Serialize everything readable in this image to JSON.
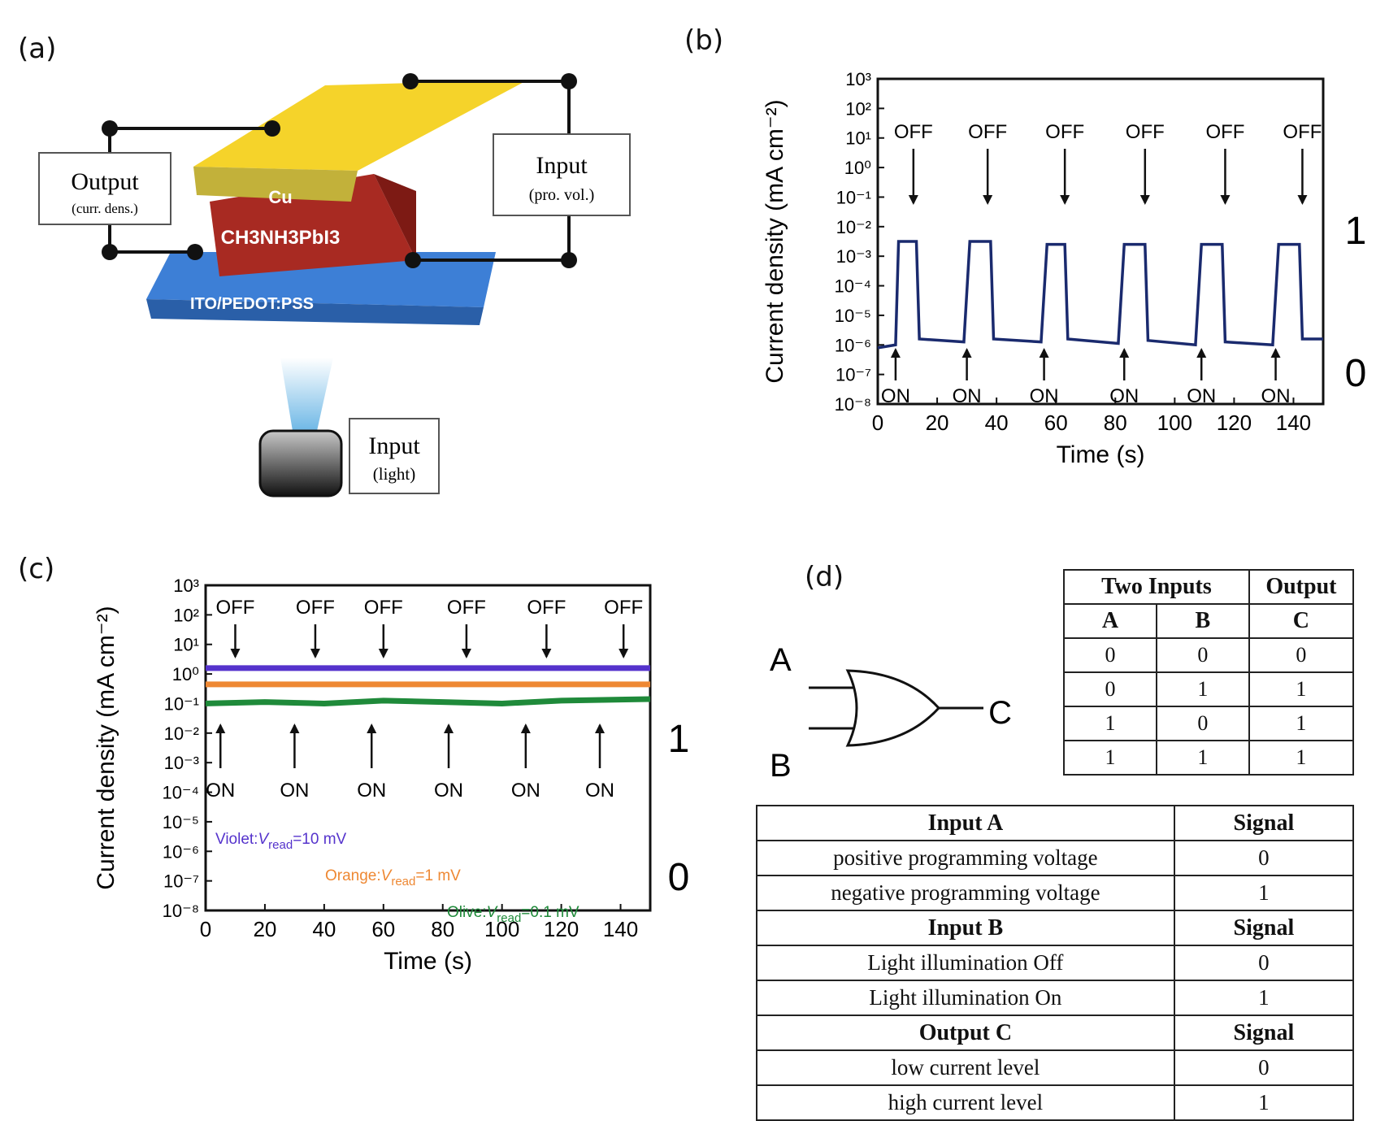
{
  "panels": {
    "a": "(a)",
    "b": "(b)",
    "c": "(c)",
    "d": "(d)"
  },
  "device": {
    "output_label": "Output",
    "output_sub": "(curr. dens.)",
    "input_vol_label": "Input",
    "input_vol_sub": "(pro. vol.)",
    "input_light_label": "Input",
    "input_light_sub": "(light)",
    "layer_top": "Cu",
    "layer_mid": "CH3NH3PbI3",
    "layer_bottom": "ITO/PEDOT:PSS"
  },
  "chart_data": [
    {
      "panel": "b",
      "type": "line",
      "xlabel": "Time (s)",
      "ylabel": "Current density (mA cm⁻²)",
      "xlim": [
        0,
        150
      ],
      "ylim": [
        -8,
        3
      ],
      "y_scale": "log",
      "xticks": [
        "0",
        "20",
        "40",
        "60",
        "80",
        "100",
        "120",
        "140"
      ],
      "yticks": [
        "10⁻⁸",
        "10⁻⁷",
        "10⁻⁶",
        "10⁻⁵",
        "10⁻⁴",
        "10⁻³",
        "10⁻²",
        "10⁻¹",
        "10⁰",
        "10¹",
        "10²",
        "10³"
      ],
      "off_labels": [
        "OFF",
        "OFF",
        "OFF",
        "OFF",
        "OFF",
        "OFF"
      ],
      "on_labels": [
        "ON",
        "ON",
        "ON",
        "ON",
        "ON",
        "ON"
      ],
      "state_high": "1",
      "state_low": "0",
      "series": [
        {
          "color": "#1a2a6e",
          "x": [
            0,
            6,
            7,
            13,
            14,
            29,
            31,
            38,
            39,
            55,
            57,
            63,
            64,
            81,
            83,
            90,
            91,
            107,
            109,
            116,
            117,
            133,
            135,
            142,
            143,
            150
          ],
          "log_y": [
            -6.1,
            -6.0,
            -2.5,
            -2.5,
            -5.8,
            -5.9,
            -2.5,
            -2.5,
            -5.8,
            -5.9,
            -2.6,
            -2.6,
            -5.8,
            -5.95,
            -2.6,
            -2.6,
            -5.85,
            -6.0,
            -2.6,
            -2.6,
            -5.9,
            -6.0,
            -2.6,
            -2.6,
            -5.8,
            -5.8
          ]
        }
      ]
    },
    {
      "panel": "c",
      "type": "line",
      "xlabel": "Time (s)",
      "ylabel": "Current density (mA cm⁻²)",
      "xlim": [
        0,
        150
      ],
      "ylim": [
        -8,
        3
      ],
      "y_scale": "log",
      "xticks": [
        "0",
        "20",
        "40",
        "60",
        "80",
        "100",
        "120",
        "140"
      ],
      "yticks": [
        "10⁻⁸",
        "10⁻⁷",
        "10⁻⁶",
        "10⁻⁵",
        "10⁻⁴",
        "10⁻³",
        "10⁻²",
        "10⁻¹",
        "10⁰",
        "10¹",
        "10²",
        "10³"
      ],
      "off_labels": [
        "OFF",
        "OFF",
        "OFF",
        "OFF",
        "OFF",
        "OFF"
      ],
      "on_labels": [
        "ON",
        "ON",
        "ON",
        "ON",
        "ON",
        "ON"
      ],
      "state_high": "1",
      "state_low": "0",
      "series": [
        {
          "color": "#5533cc",
          "x": [
            0,
            150
          ],
          "log_y": [
            0.2,
            0.2
          ]
        },
        {
          "color": "#ee8833",
          "x": [
            0,
            150
          ],
          "log_y": [
            -0.35,
            -0.35
          ]
        },
        {
          "color": "#1f8a3a",
          "x": [
            0,
            20,
            40,
            60,
            80,
            100,
            120,
            150
          ],
          "log_y": [
            -1.0,
            -0.95,
            -1.0,
            -0.9,
            -0.95,
            -1.0,
            -0.9,
            -0.85
          ]
        }
      ],
      "annotations": [
        {
          "color": "#5533cc",
          "prefix": "Violet:",
          "var": "V",
          "sub": "read",
          "suffix": "=10 mV"
        },
        {
          "color": "#ee8833",
          "prefix": "Orange:",
          "var": "V",
          "sub": "read",
          "suffix": "=1 mV"
        },
        {
          "color": "#1f8a3a",
          "prefix": "Olive:",
          "var": "V",
          "sub": "read",
          "suffix": "=0.1 mV"
        }
      ]
    }
  ],
  "gate": {
    "input_a": "A",
    "input_b": "B",
    "output_c": "C"
  },
  "truth_table": {
    "header_inputs": "Two Inputs",
    "header_output": "Output",
    "cols": [
      "A",
      "B",
      "C"
    ],
    "rows": [
      [
        "0",
        "0",
        "0"
      ],
      [
        "0",
        "1",
        "1"
      ],
      [
        "1",
        "0",
        "1"
      ],
      [
        "1",
        "1",
        "1"
      ]
    ]
  },
  "signal_table": {
    "sections": [
      {
        "header": "Input A",
        "signal_header": "Signal",
        "rows": [
          [
            "positive programming voltage",
            "0"
          ],
          [
            "negative programming voltage",
            "1"
          ]
        ]
      },
      {
        "header": "Input B",
        "signal_header": "Signal",
        "rows": [
          [
            "Light illumination Off",
            "0"
          ],
          [
            "Light illumination On",
            "1"
          ]
        ]
      },
      {
        "header": "Output C",
        "signal_header": "Signal",
        "rows": [
          [
            "low current level",
            "0"
          ],
          [
            "high current level",
            "1"
          ]
        ]
      }
    ]
  }
}
